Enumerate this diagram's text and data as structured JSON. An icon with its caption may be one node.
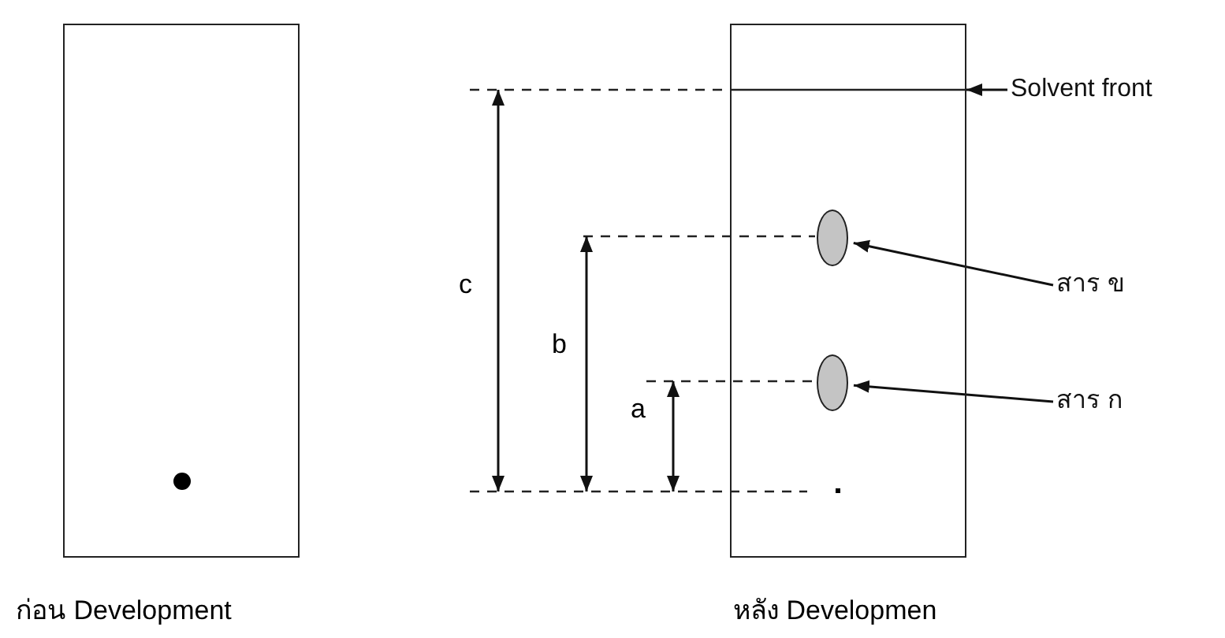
{
  "diagram": {
    "nodes": [
      {
        "text": [],
        "shape": "box",
        "beside": [
          "ก่อน Development"
        ]
      },
      {
        "text": [],
        "shape": "box",
        "beside": [
          "หลัง Developmen"
        ]
      },
      {
        "text": [
          "Solvent front"
        ]
      },
      {
        "text": [],
        "shape": "circle",
        "in": 1
      },
      {
        "text": [
          "สาร ข"
        ]
      },
      {
        "text": [],
        "shape": "circle",
        "in": 1
      },
      {
        "text": [
          "สาร ก"
        ]
      }
    ],
    "edges": [
      {
        "from": 2,
        "to": 1,
        "arrow": "to"
      },
      {
        "from": 4,
        "to": 3,
        "arrow": "to"
      },
      {
        "from": 6,
        "to": 5,
        "arrow": "to"
      }
    ],
    "labels": [
      "c",
      "b",
      "a"
    ]
  }
}
